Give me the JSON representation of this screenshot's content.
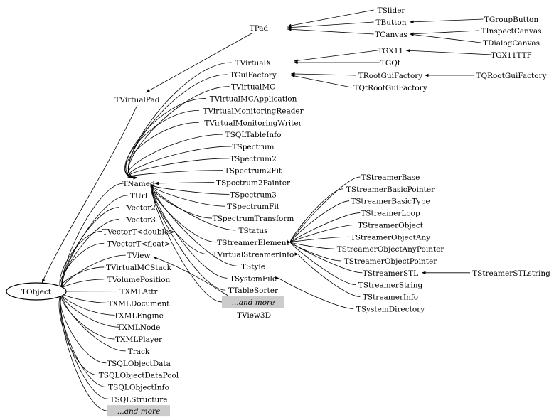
{
  "root": "TObject",
  "tobject_children": [
    "TNamed",
    "TUrl",
    "TVector2",
    "TVector3",
    "TVectorT<double>",
    "TVectorT<float>",
    "TView",
    "TVirtualMCStack",
    "TVolumePosition",
    "TXMLAttr",
    "TXMLDocument",
    "TXMLEngine",
    "TXMLNode",
    "TXMLPlayer",
    "Track",
    "TSQLObjectData",
    "TSQLObjectDataPool",
    "TSQLObjectInfo",
    "TSQLStructure"
  ],
  "tobject_more": "...and more",
  "tvirtualpad": "TVirtualPad",
  "tpad": "TPad",
  "tnamed_children": [
    "TVirtualX",
    "TGuiFactory",
    "TVirtualMC",
    "TVirtualMCApplication",
    "TVirtualMonitoringReader",
    "TVirtualMonitoringWriter",
    "TSQLTableInfo",
    "TSpectrum",
    "TSpectrum2",
    "TSpectrum2Fit",
    "TSpectrum2Painter",
    "TSpectrum3",
    "TSpectrumFit",
    "TSpectrumTransform",
    "TStatus",
    "TStreamerElement",
    "TVirtualStreamerInfo",
    "TStyle",
    "TSystemFile",
    "TTableSorter"
  ],
  "tnamed_more": "...and more",
  "tview3d": "TView3D",
  "tpad_children": [
    "TSlider",
    "TButton",
    "TCanvas"
  ],
  "tbutton_child": "TGroupButton",
  "tcanvas_children": [
    "TInspectCanvas",
    "TDialogCanvas"
  ],
  "tvirtualx_children": [
    "TGX11",
    "TGQt"
  ],
  "tgx11_child": "TGX11TTF",
  "tguifactory_children": [
    "TRootGuiFactory",
    "TQtRootGuiFactory"
  ],
  "trootguifactory_child": "TQRootGuiFactory",
  "tstreamerelement_children": [
    "TStreamerBase",
    "TStreamerBasicPointer",
    "TStreamerBasicType",
    "TStreamerLoop",
    "TStreamerObject",
    "TStreamerObjectAny",
    "TStreamerObjectAnyPointer",
    "TStreamerObjectPointer",
    "TStreamerSTL",
    "TStreamerString",
    "TStreamerInfo",
    "TSystemDirectory"
  ],
  "tstreamerstl_child": "TStreamerSTLstring"
}
